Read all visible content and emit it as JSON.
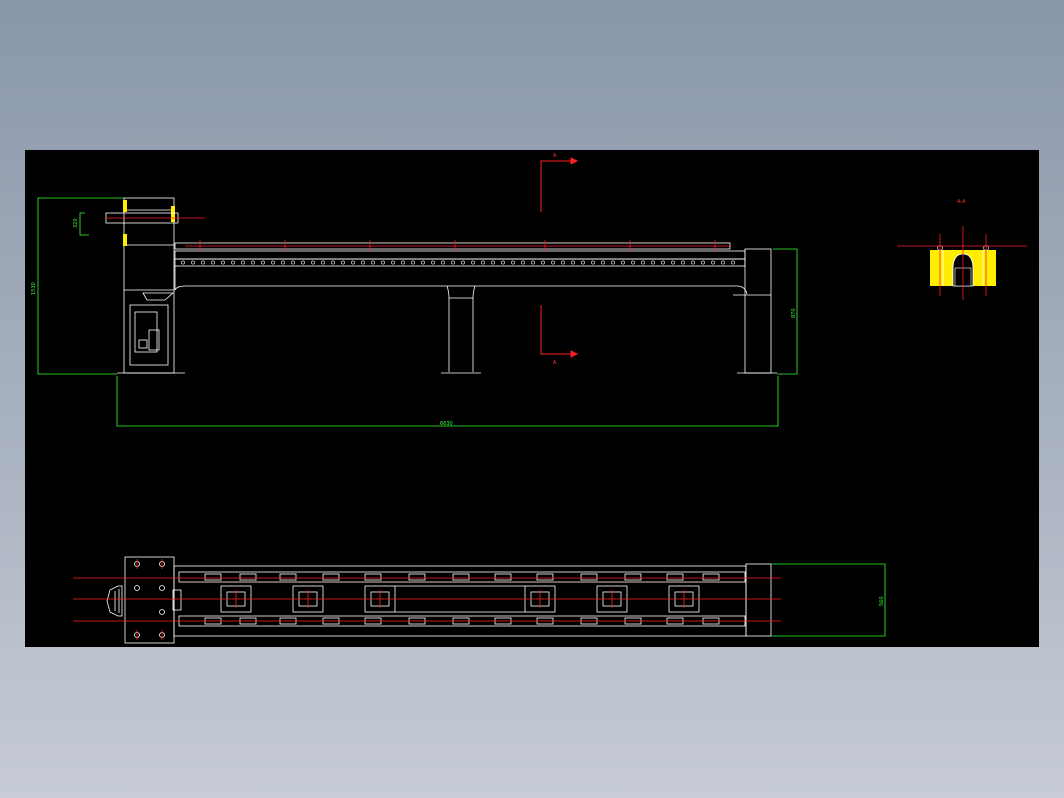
{
  "drawing": {
    "background": "#000000",
    "colors": {
      "outline": "#ffffff",
      "dimension": "#33ff33",
      "center": "#ff2020",
      "hatch": "#ffee00"
    },
    "front_view": {
      "dim_height_left": "1530",
      "dim_top_small": "320",
      "dim_height_right": "870",
      "dim_overall_length": "6630"
    },
    "section_view": {
      "label": "A-A"
    },
    "section_marks": {
      "top": "A",
      "bottom": "A"
    },
    "plan_view": {
      "dim_width": "560"
    }
  }
}
